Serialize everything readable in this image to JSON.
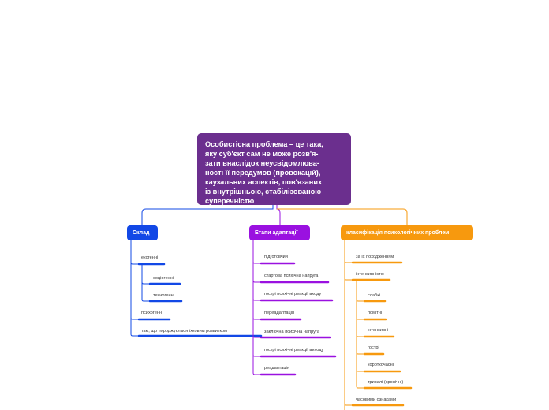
{
  "root": {
    "lines": [
      "Особистісна проблема – це така,",
      "яку суб'єкт сам не може розв'я-",
      "зати внаслідок неусвідомлюва-",
      "ності її передумов (провокацій),",
      "каузальних аспектів, пов'язаних",
      "із внутрішньою, стабілізованою",
      "суперечністю"
    ]
  },
  "branches": {
    "sklad": {
      "label": "Склад",
      "color": "#1248e6",
      "items": {
        "ekzogenni": "екогенні",
        "sotsiogenni": "соціогенні",
        "tekhnogenni": "техногенні",
        "psykhogenni": "психогенні",
        "vikovi": "такі, що породжуються їхковим розвитком"
      }
    },
    "etapy": {
      "label": "Етапи адаптації",
      "color": "#9a11e0",
      "items": [
        "підготовчий",
        "стартова психічна напруга",
        "гострі психічні реакції входу",
        "переадаптація",
        "заключна психічна напруга",
        "гострі психічні реакції виходу",
        "реадаптація"
      ]
    },
    "klasyfikatsiia": {
      "label": "класифікація психологічних проблем",
      "color": "#f7990e",
      "items": {
        "pokhodzhennia": "за їх походженням",
        "intensyvnist": "інтенсивністю",
        "slabki": "слабкі",
        "pomitni": "помітні",
        "intensyvni": "інтенсивні",
        "hostri": "гострі",
        "korotkochasni": "короткочасні",
        "tryvali": "тривалі (хронічні)",
        "chasovymy": "часовими ознаками"
      }
    }
  }
}
